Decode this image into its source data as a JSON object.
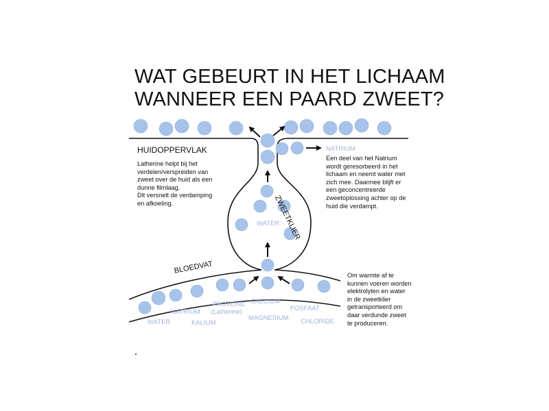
{
  "title": {
    "line1": "WAT GEBEURT IN HET LICHAAM",
    "line2": "WANNEER EEN PAARD ZWEET?"
  },
  "labels": {
    "skin": "HUIDOPPERVLAK",
    "gland": "ZWEETKLIER",
    "blood_vessel": "BLOEDVAT",
    "water_in_gland": "WATER",
    "sodium_out": "NATRIUM"
  },
  "notes": {
    "left": "Latherine helpt bij het\nverdelen/verspreiden van\nzweet over de huid als een\ndunne filmlaag.\nDit versnelt de verdamping\nen afkoeling.",
    "right_top": "Een deel van het Natrium\nwordt geresorbeerd in het\nlichaam en neemt water met\nzich mee. Daarmee blijft er\neen geconcentreerde\nzweetoplossing achter op de\nhuid die verdampt.",
    "right_bottom": "Om warmte af te\nkunnen voeren worden\nelektrolyten en water\nin de zweetklier\ngetransporteerd om\ndaar verdunde zweet\nte produceren."
  },
  "electrolytes": {
    "water": "WATER",
    "natrium": "NATRIUM",
    "kalium": "KALIUM",
    "proteine": "PROTEÏNE",
    "latherine": "(Latherine)",
    "calcium": "CALCIUM",
    "magnesium": "MAGNESIUM",
    "fosfaat": "FOSFAAT",
    "chloride": "CHLORIDE"
  },
  "colors": {
    "droplet": "#a7c3ea",
    "droplet_stroke": "#8fb0de",
    "electrolyte_text": "#9db4d8",
    "line": "#111111"
  }
}
